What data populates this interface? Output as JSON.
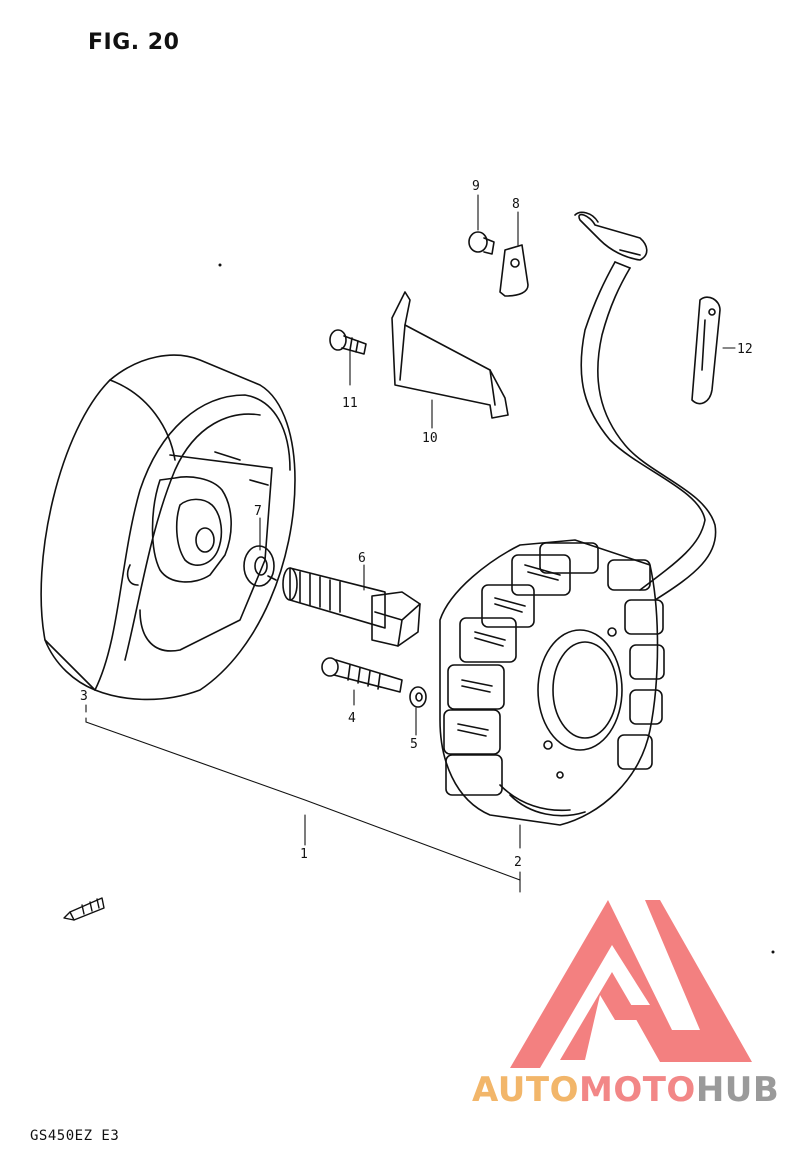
{
  "figure": {
    "title": "FIG. 20",
    "model": "GS450EZ E3"
  },
  "callouts": [
    "1",
    "2",
    "3",
    "4",
    "5",
    "6",
    "7",
    "8",
    "9",
    "10",
    "11",
    "12"
  ],
  "watermark": {
    "part1": "AUTO",
    "part2": "MOTO",
    "part3": "HUB",
    "colors": {
      "auto": "#f2b66a",
      "moto": "#f28787",
      "hub": "#9a9a9a",
      "logo": "#f26b6b"
    }
  }
}
